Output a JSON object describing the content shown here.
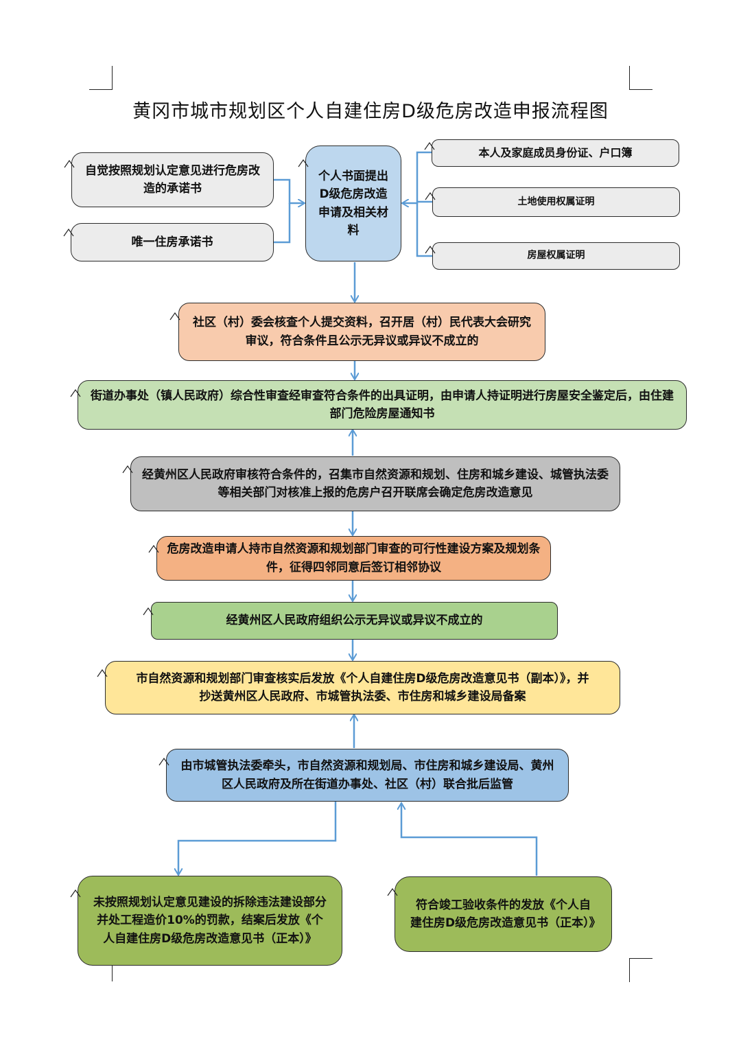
{
  "title": "黄冈市城市规划区个人自建住房D级危房改造申报流程图",
  "colors": {
    "arrow": "#5b9bd5",
    "gray": "#ececec",
    "blue_light": "#bdd7ee",
    "salmon": "#f8cbad",
    "green_light": "#c5e0b4",
    "gray_dark": "#bfbfbf",
    "orange": "#f4b183",
    "green": "#a9d18e",
    "yellow": "#ffe699",
    "blue": "#9dc3e6",
    "olive": "#9dbb5a"
  },
  "left_docs": [
    "自觉按照规划认定意见进行危房改造的承诺书",
    "唯一住房承诺书"
  ],
  "center_application": "个人书面提出D级危房改造申请及相关材料",
  "right_docs": [
    "本人及家庭成员身份证、户口簿",
    "土地使用权属证明",
    "房屋权属证明"
  ],
  "steps": [
    "社区（村）委会核查个人提交资料，召开居（村）民代表大会研究审议，符合条件且公示无异议或异议不成立的",
    "街道办事处（镇人民政府）综合性审查经审查符合条件的出具证明，由申请人持证明进行房屋安全鉴定后，由住建部门危险房屋通知书",
    "经黄州区人民政府审核符合条件的，召集市自然资源和规划、住房和城乡建设、城管执法委等相关部门对核准上报的危房户召开联席会确定危房改造意见",
    "危房改造申请人持市自然资源和规划部门审查的可行性建设方案及规划条件，征得四邻同意后签订相邻协议",
    "经黄州区人民政府组织公示无异议或异议不成立的",
    "市自然资源和规划部门审查核实后发放《个人自建住房D级危房改造意见书（副本）》，并抄送黄州区人民政府、市城管执法委、市住房和城乡建设局备案",
    "由市城管执法委牵头，市自然资源和规划局、市住房和城乡建设局、黄州区人民政府及所在街道办事处、社区（村）联合批后监管"
  ],
  "outcomes": [
    "未按照规划认定意见建设的拆除违法建设部分并处工程造价10%的罚款，结案后发放《个人自建住房D级危房改造意见书（正本）》",
    "符合竣工验收条件的发放《个人自建住房D级危房改造意见书（正本）》"
  ]
}
